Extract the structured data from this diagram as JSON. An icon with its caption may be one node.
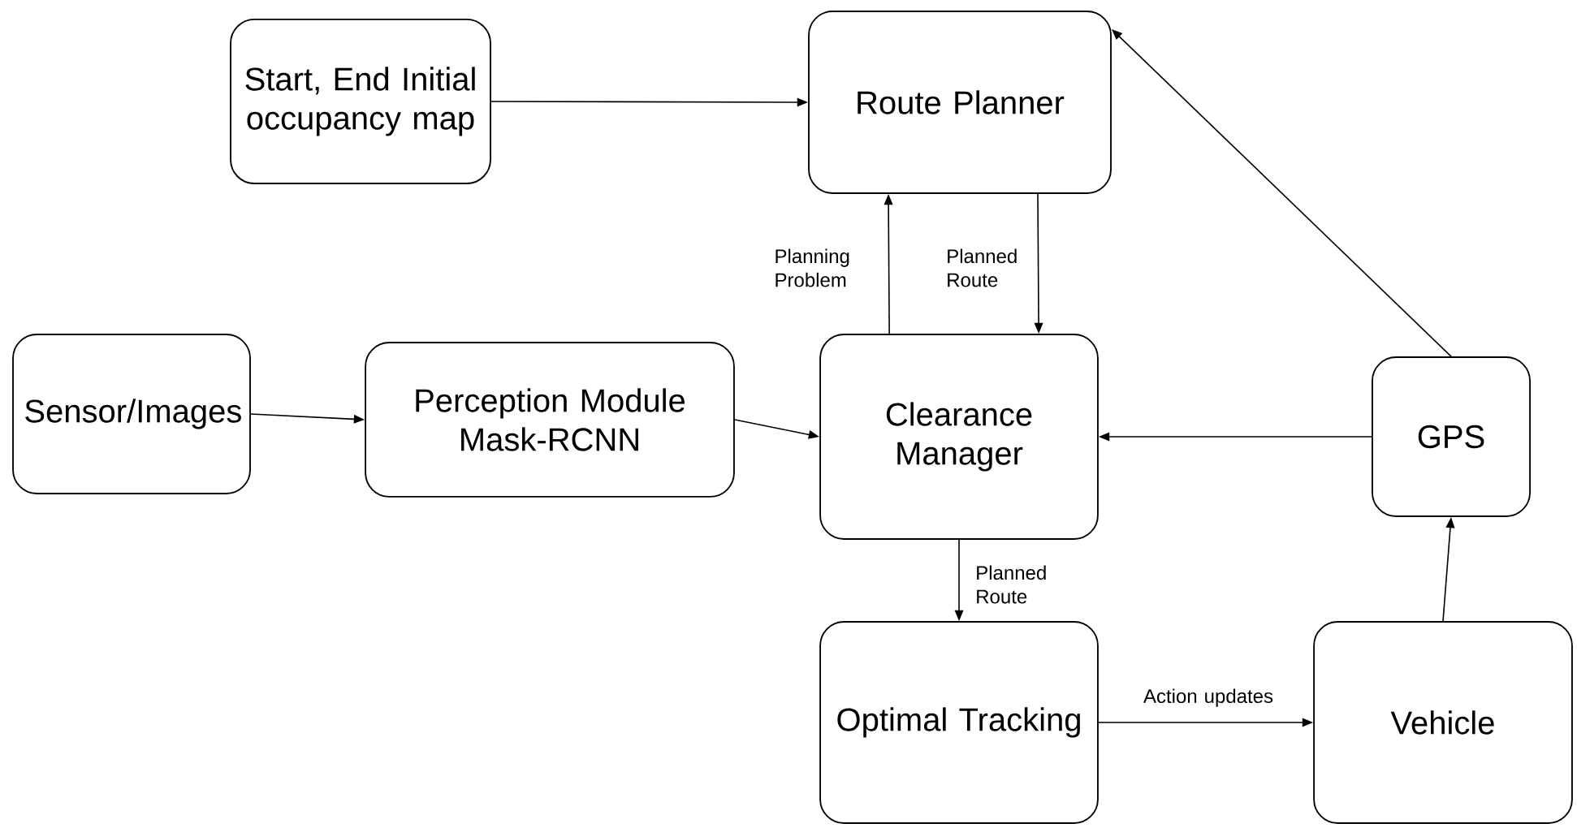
{
  "diagram": {
    "nodes": [
      {
        "text": [
          "Start, End Initial occupancy map"
        ]
      },
      {
        "text": [
          "Route Planner"
        ]
      },
      {
        "text": [
          "Sensor/Images"
        ]
      },
      {
        "text": [
          "Perception Module Mask-RCNN"
        ]
      },
      {
        "text": [
          "Clearance Manager"
        ]
      },
      {
        "text": [
          "GPS"
        ]
      },
      {
        "text": [
          "Optimal Tracking"
        ]
      },
      {
        "text": [
          "Vehicle"
        ]
      }
    ],
    "edges": [
      {
        "from": 0,
        "to": 1,
        "arrow": "to"
      },
      {
        "from": 2,
        "to": 3,
        "arrow": "to"
      },
      {
        "from": 3,
        "to": 4,
        "arrow": "to"
      },
      {
        "from": 4,
        "to": 1,
        "arrow": "to",
        "label": "Planning Problem"
      },
      {
        "from": 1,
        "to": 4,
        "arrow": "to",
        "label": "Planned Route"
      },
      {
        "from": 5,
        "to": 4,
        "arrow": "to"
      },
      {
        "from": 5,
        "to": 1,
        "arrow": "to"
      },
      {
        "from": 4,
        "to": 6,
        "arrow": "to",
        "label": "Planned Route"
      },
      {
        "from": 6,
        "to": 7,
        "arrow": "to",
        "label": "Action updates"
      },
      {
        "from": 7,
        "to": 5,
        "arrow": "to"
      }
    ]
  }
}
